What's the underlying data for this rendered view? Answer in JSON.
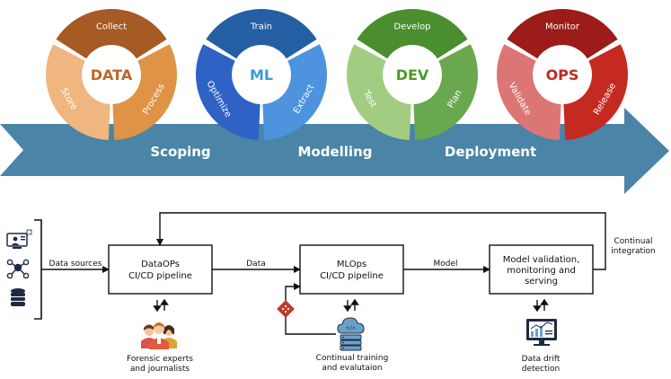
{
  "rings": [
    {
      "center": "DATA",
      "top": "Collect",
      "left": "Store",
      "right": "Process",
      "colors": {
        "top": "#a65a24",
        "left": "#efb67f",
        "right": "#df9347",
        "label": "#c06428"
      }
    },
    {
      "center": "ML",
      "top": "Train",
      "left": "Optimize",
      "right": "Extract",
      "colors": {
        "top": "#245ea3",
        "left": "#2f62c5",
        "right": "#4d93de",
        "label": "#3a9bd6"
      }
    },
    {
      "center": "DEV",
      "top": "Develop",
      "left": "Test",
      "right": "Plan",
      "colors": {
        "top": "#4a8e2f",
        "left": "#a2cc82",
        "right": "#6aa84f",
        "label": "#4c9a2a"
      }
    },
    {
      "center": "OPS",
      "top": "Monitor",
      "left": "Validate",
      "right": "Release",
      "colors": {
        "top": "#9b1c18",
        "left": "#db7675",
        "right": "#c52a20",
        "label": "#c0291f"
      }
    }
  ],
  "arrow": {
    "color": "#4a84a6",
    "stages": [
      "Scoping",
      "Modelling",
      "Deployment"
    ]
  },
  "pipeline": {
    "data_sources_label": "Data sources",
    "boxes": [
      {
        "line1": "DataOPs",
        "line2": "CI/CD pipeline"
      },
      {
        "line1": "MLOps",
        "line2": "CI/CD pipeline"
      },
      {
        "line1": "Model validation,",
        "line2": "monitoring and",
        "line3": "serving"
      }
    ],
    "edge_data": "Data",
    "edge_model": "Model",
    "feedback": {
      "line1": "Continual",
      "line2": "integration"
    },
    "bottom_labels": [
      {
        "line1": "Forensic experts",
        "line2": "and journalists"
      },
      {
        "line1": "Continual training",
        "line2": "and evalutaion"
      },
      {
        "line1": "Data drift",
        "line2": "detection"
      }
    ],
    "icon_colors": {
      "dark": "#1f2a44",
      "accent": "#6aa1c8",
      "red": "#c0392b",
      "diamond": "#c0392b"
    }
  }
}
